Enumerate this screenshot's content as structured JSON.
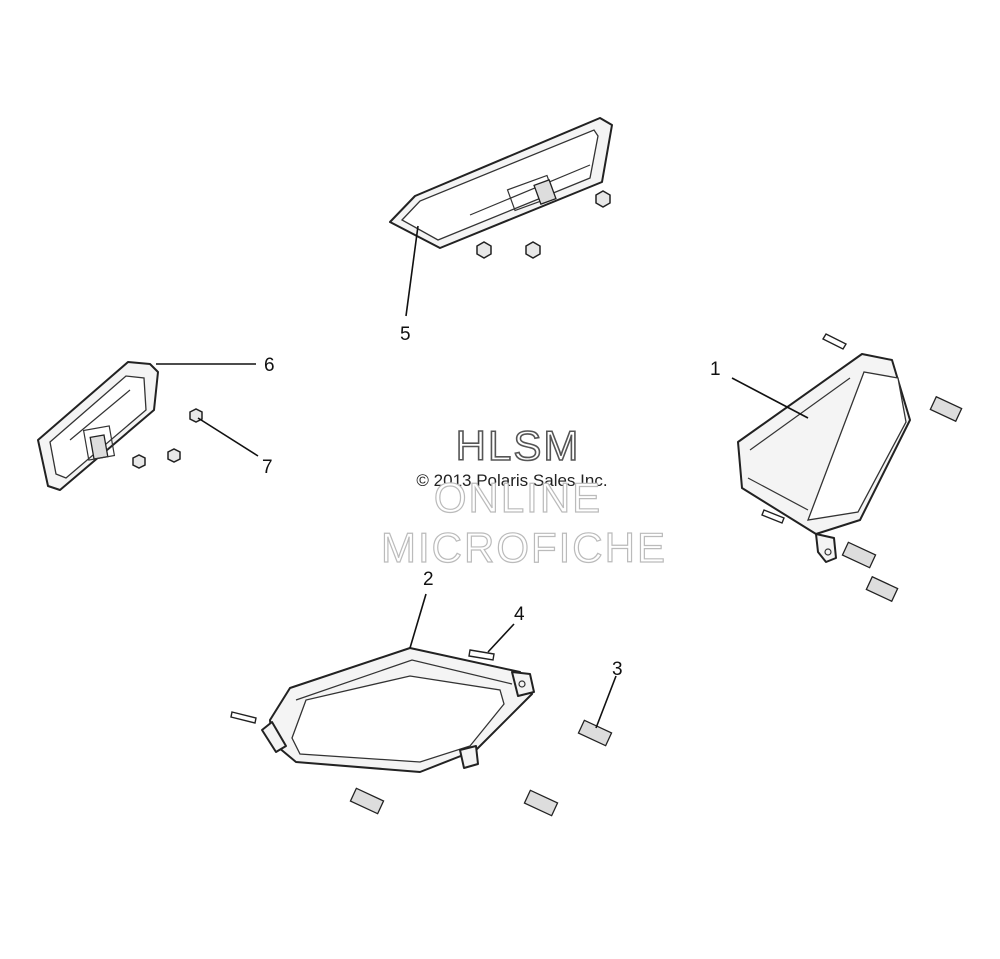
{
  "watermark": {
    "line1": "HLSM",
    "copyright": "© 2013 Polaris Sales Inc.",
    "line2": "ONLINE",
    "line3": "MICROFICHE"
  },
  "callouts": [
    {
      "id": "c1",
      "label": "1"
    },
    {
      "id": "c2",
      "label": "2"
    },
    {
      "id": "c3",
      "label": "3"
    },
    {
      "id": "c4",
      "label": "4"
    },
    {
      "id": "c5",
      "label": "5"
    },
    {
      "id": "c6",
      "label": "6"
    },
    {
      "id": "c7",
      "label": "7"
    }
  ]
}
